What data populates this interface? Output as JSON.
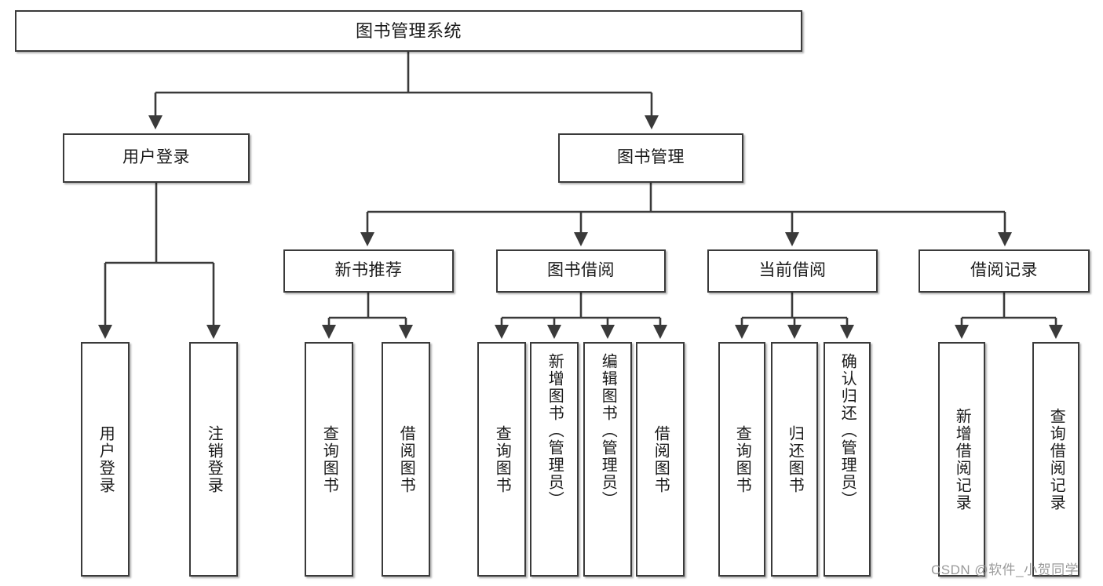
{
  "diagram": {
    "title": "图书管理系统",
    "type": "tree-hierarchy",
    "watermark": "CSDN @软件_小贺同学",
    "colors": {
      "background": "#ffffff",
      "box_border": "#3a3a3a",
      "box_fill": "#ffffff",
      "connector": "#3a3a3a",
      "text": "#1a1a1a",
      "watermark": "#9a9a9a"
    },
    "levels": {
      "root": "图书管理系统",
      "level2": [
        "用户登录",
        "图书管理"
      ],
      "level3": [
        "新书推荐",
        "图书借阅",
        "当前借阅",
        "借阅记录"
      ]
    },
    "nodes": {
      "root": {
        "label": "图书管理系统"
      },
      "user_login": {
        "label": "用户登录"
      },
      "book_manage": {
        "label": "图书管理"
      },
      "new_book_rec": {
        "label": "新书推荐"
      },
      "book_borrow": {
        "label": "图书借阅"
      },
      "current_borrow": {
        "label": "当前借阅"
      },
      "borrow_record": {
        "label": "借阅记录"
      },
      "leaf_user_login": {
        "label": "用户登录"
      },
      "leaf_logout": {
        "label": "注销登录"
      },
      "leaf_query_book_a": {
        "label": "查询图书"
      },
      "leaf_borrow_book_a": {
        "label": "借阅图书"
      },
      "leaf_query_book_b": {
        "label": "查询图书"
      },
      "leaf_add_book": {
        "label": "新增图书（管理员）"
      },
      "leaf_edit_book": {
        "label": "编辑图书（管理员）"
      },
      "leaf_borrow_book_b": {
        "label": "借阅图书"
      },
      "leaf_query_book_c": {
        "label": "查询图书"
      },
      "leaf_return_book": {
        "label": "归还图书"
      },
      "leaf_confirm_return": {
        "label": "确认归还（管理员）"
      },
      "leaf_add_record": {
        "label": "新增借阅记录"
      },
      "leaf_query_record": {
        "label": "查询借阅记录"
      }
    },
    "edges": [
      {
        "from": "root",
        "to": "user_login"
      },
      {
        "from": "root",
        "to": "book_manage"
      },
      {
        "from": "user_login",
        "to": "leaf_user_login"
      },
      {
        "from": "user_login",
        "to": "leaf_logout"
      },
      {
        "from": "book_manage",
        "to": "new_book_rec"
      },
      {
        "from": "book_manage",
        "to": "book_borrow"
      },
      {
        "from": "book_manage",
        "to": "current_borrow"
      },
      {
        "from": "book_manage",
        "to": "borrow_record"
      },
      {
        "from": "new_book_rec",
        "to": "leaf_query_book_a"
      },
      {
        "from": "new_book_rec",
        "to": "leaf_borrow_book_a"
      },
      {
        "from": "book_borrow",
        "to": "leaf_query_book_b"
      },
      {
        "from": "book_borrow",
        "to": "leaf_add_book"
      },
      {
        "from": "book_borrow",
        "to": "leaf_edit_book"
      },
      {
        "from": "book_borrow",
        "to": "leaf_borrow_book_b"
      },
      {
        "from": "current_borrow",
        "to": "leaf_query_book_c"
      },
      {
        "from": "current_borrow",
        "to": "leaf_return_book"
      },
      {
        "from": "current_borrow",
        "to": "leaf_confirm_return"
      },
      {
        "from": "borrow_record",
        "to": "leaf_add_record"
      },
      {
        "from": "borrow_record",
        "to": "leaf_query_record"
      }
    ]
  }
}
